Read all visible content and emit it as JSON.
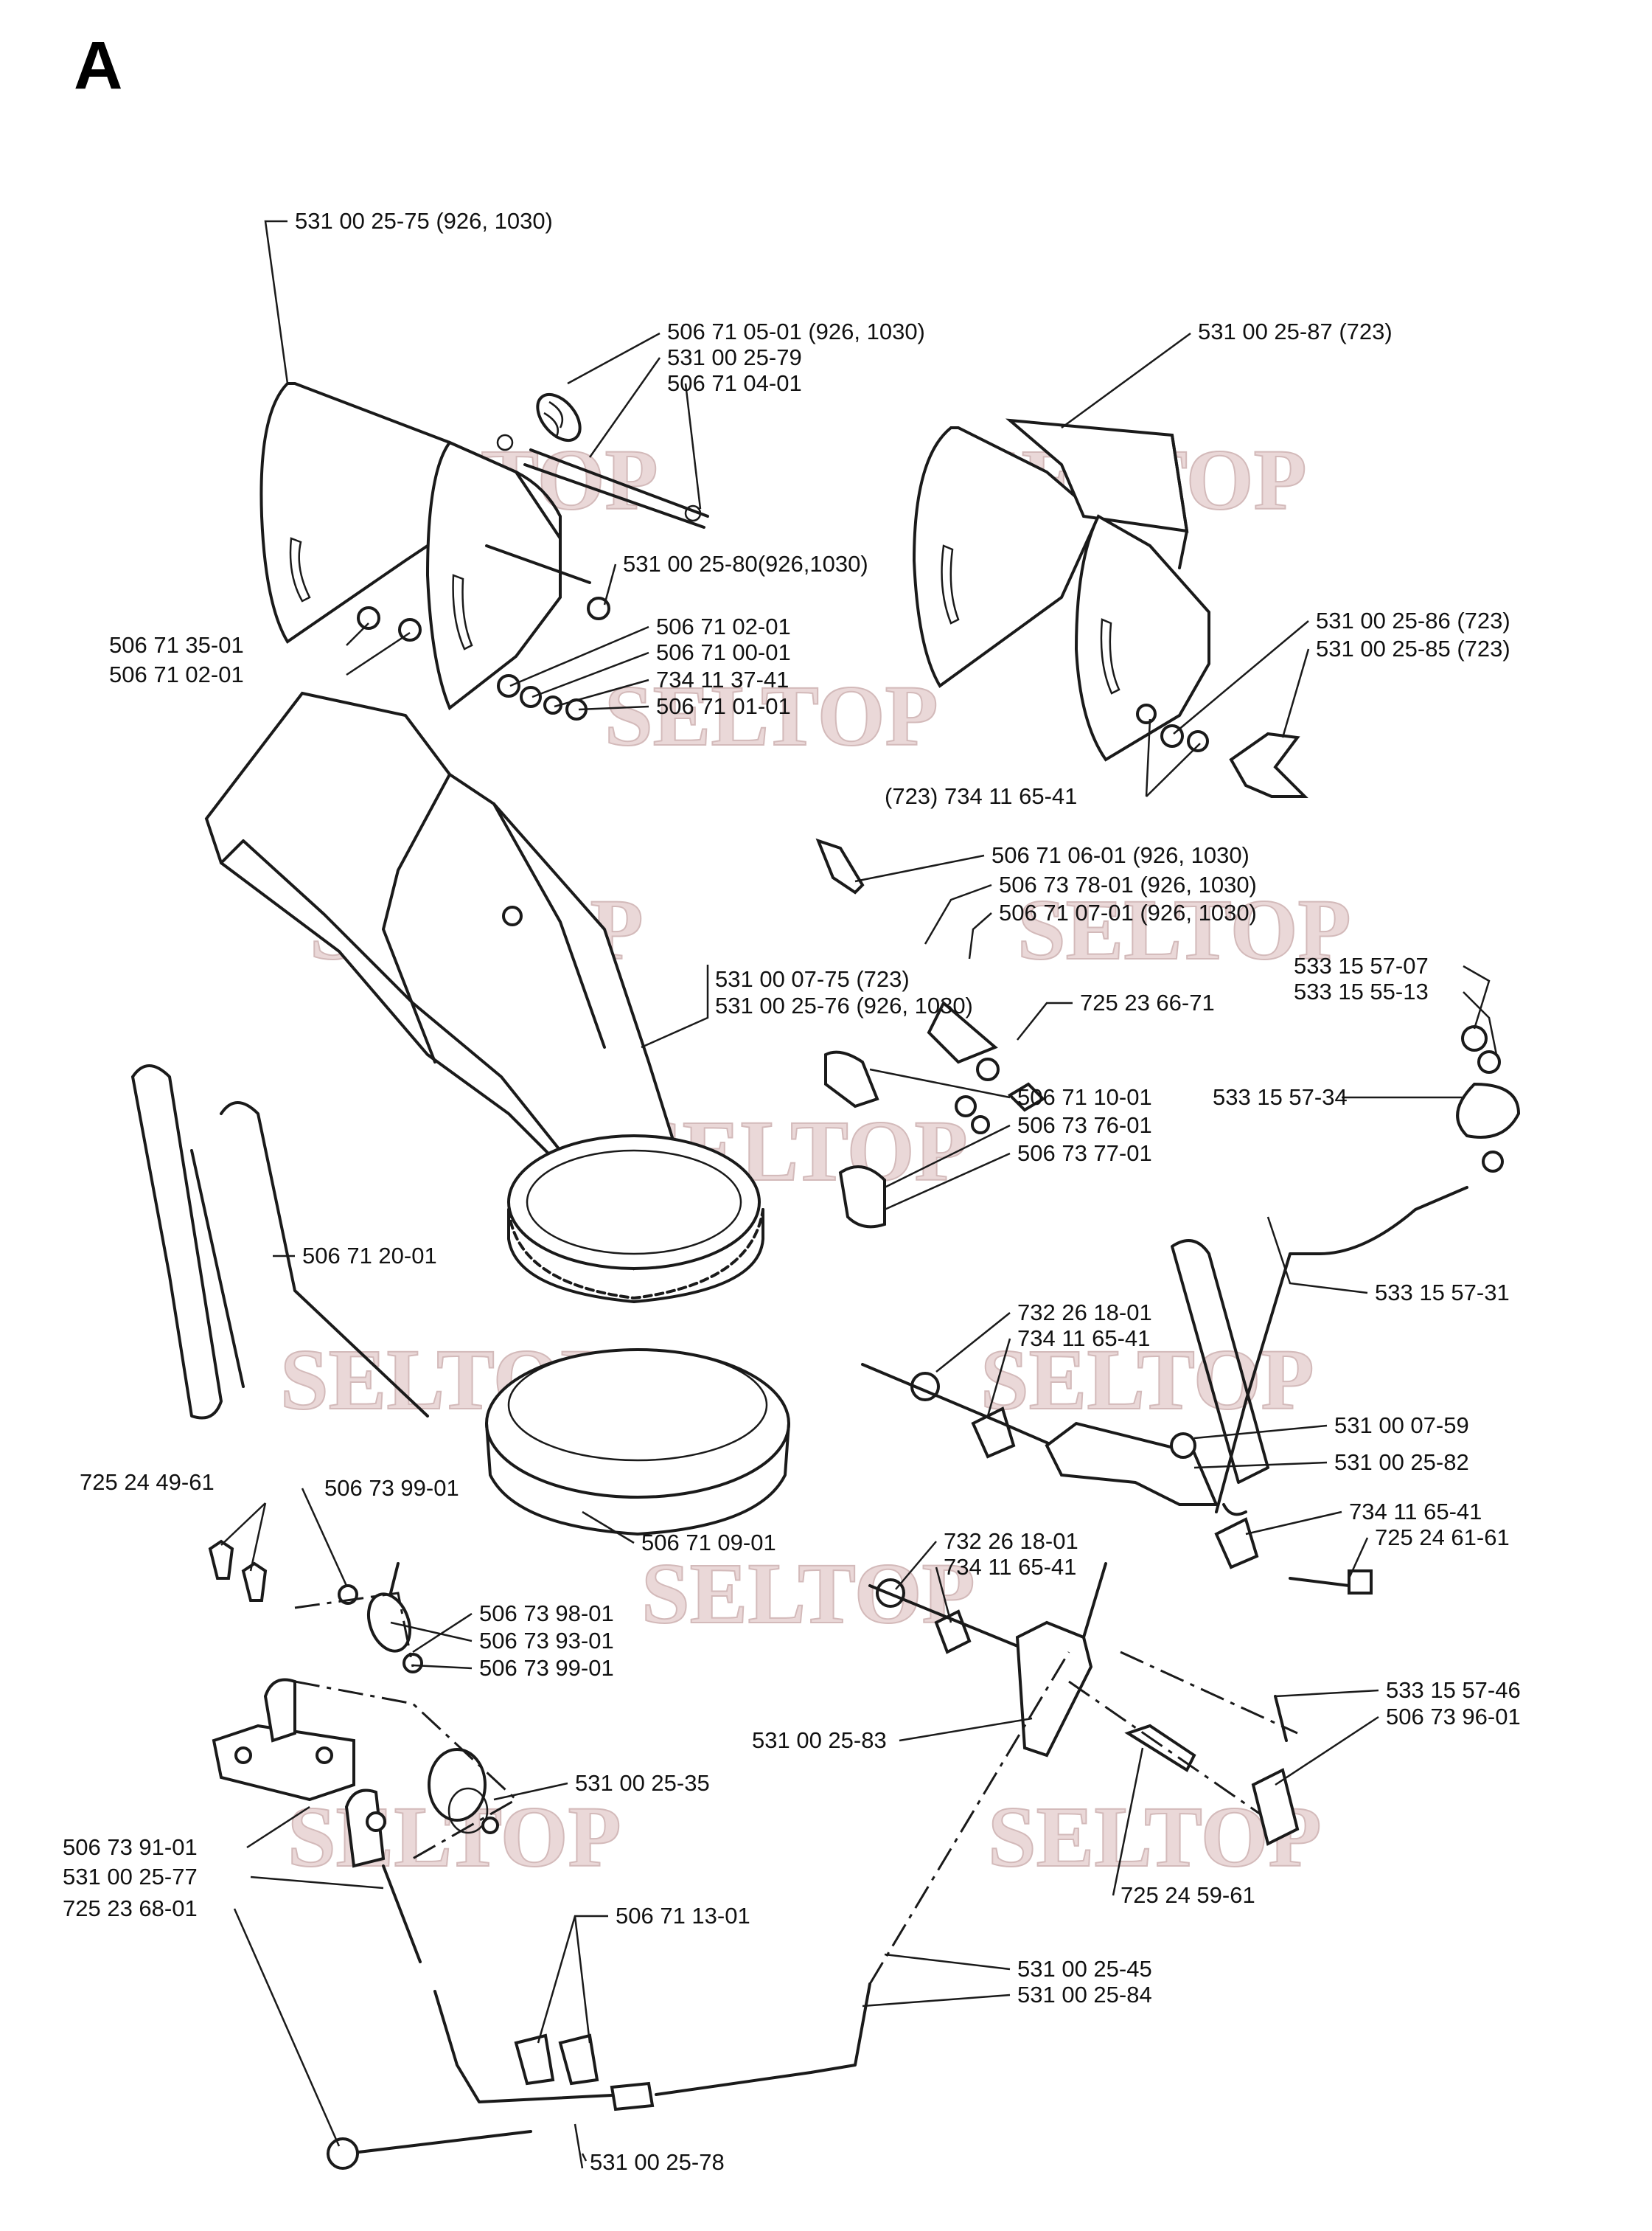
{
  "section_letter": "A",
  "watermark": "SELTOP",
  "labels": [
    "531 00 25-75 (926, 1030)",
    "506 71 05-01 (926, 1030)",
    "531 00 25-79",
    "506 71 04-01",
    "531 00 25-87 (723)",
    "531 00 25-80(926,1030)",
    "506 71 35-01",
    "506 71 02-01",
    "506 71 02-01",
    "506 71 00-01",
    "734 11 37-41",
    "506 71 01-01",
    "531 00 25-86 (723)",
    "531 00 25-85 (723)",
    "(723) 734 11 65-41",
    "506 71 06-01 (926, 1030)",
    "506 73 78-01 (926, 1030)",
    "506 71 07-01 (926, 1030)",
    "531 00 07-75 (723)",
    "531 00 25-76 (926, 1030)",
    "725 23 66-71",
    "533 15 57-07",
    "533 15 55-13",
    "533 15 57-34",
    "506 71 10-01",
    "506 73 76-01",
    "506 73 77-01",
    "506 71 20-01",
    "533 15 57-31",
    "732 26 18-01",
    "734 11 65-41",
    "531 00 07-59",
    "531 00 25-82",
    "725 24 49-61",
    "506 73 99-01",
    "506 71 09-01",
    "734 11 65-41",
    "725 24 61-61",
    "732 26 18-01",
    "734 11 65-41",
    "506 73 98-01",
    "506 73 93-01",
    "506 73 99-01",
    "533 15 57-46",
    "506 73 96-01",
    "531 00 25-83",
    "531 00 25-35",
    "725 24 59-61",
    "506 73 91-01",
    "531 00 25-77",
    "725 23 68-01",
    "506 71 13-01",
    "531 00 25-45",
    "531 00 25-84",
    "531 00 25-78"
  ]
}
